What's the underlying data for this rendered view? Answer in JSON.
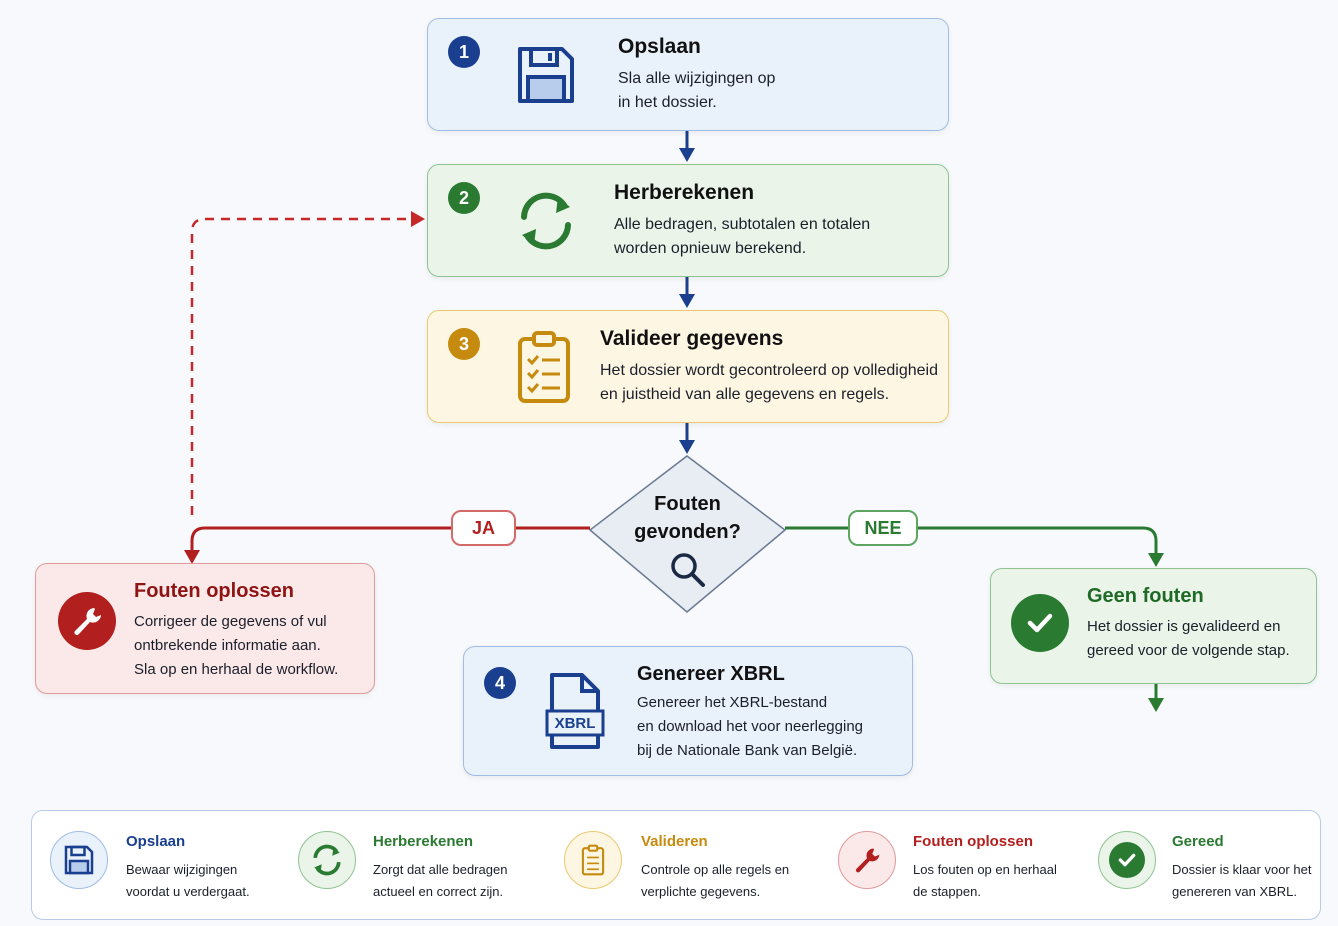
{
  "steps": [
    {
      "num": "1",
      "title": "Opslaan",
      "line1": "Sla alle wijzigingen op",
      "line2": "in het dossier."
    },
    {
      "num": "2",
      "title": "Herberekenen",
      "line1": "Alle bedragen, subtotalen en totalen",
      "line2": "worden opnieuw berekend."
    },
    {
      "num": "3",
      "title": "Valideer gegevens",
      "line1": "Het dossier wordt gecontroleerd op volledigheid",
      "line2": "en juistheid van alle gegevens en regels."
    },
    {
      "num": "4",
      "title": "Genereer XBRL",
      "line1": "Genereer het XBRL-bestand",
      "line2": "en download het voor neerlegging",
      "line3": "bij de Nationale Bank van België."
    }
  ],
  "decision": {
    "line1": "Fouten",
    "line2": "gevonden?",
    "yes": "JA",
    "no": "NEE"
  },
  "fix": {
    "title": "Fouten oplossen",
    "line1": "Corrigeer de gegevens of vul",
    "line2": "ontbrekende informatie aan.",
    "line3": "Sla op en herhaal de workflow."
  },
  "ok": {
    "title": "Geen fouten",
    "line1": "Het dossier is gevalideerd en",
    "line2": "gereed voor de volgende stap."
  },
  "xbrl_label": "XBRL",
  "legend": [
    {
      "title": "Opslaan",
      "line1": "Bewaar wijzigingen",
      "line2": "voordat u verdergaat.",
      "color": "#1a3f8f"
    },
    {
      "title": "Herberekenen",
      "line1": "Zorgt dat alle bedragen",
      "line2": "actueel en correct zijn.",
      "color": "#2a7a32"
    },
    {
      "title": "Valideren",
      "line1": "Controle op alle regels en",
      "line2": "verplichte gegevens.",
      "color": "#c68a0f"
    },
    {
      "title": "Fouten oplossen",
      "line1": "Los fouten op en herhaal",
      "line2": "de stappen.",
      "color": "#b21f1f"
    },
    {
      "title": "Gereed",
      "line1": "Dossier is klaar voor het",
      "line2": "genereren van XBRL.",
      "color": "#2a7a32"
    }
  ],
  "colors": {
    "blue": "#1a3f8f",
    "green": "#2a7a32",
    "yellow": "#c68a0f",
    "red": "#b21f1f"
  }
}
